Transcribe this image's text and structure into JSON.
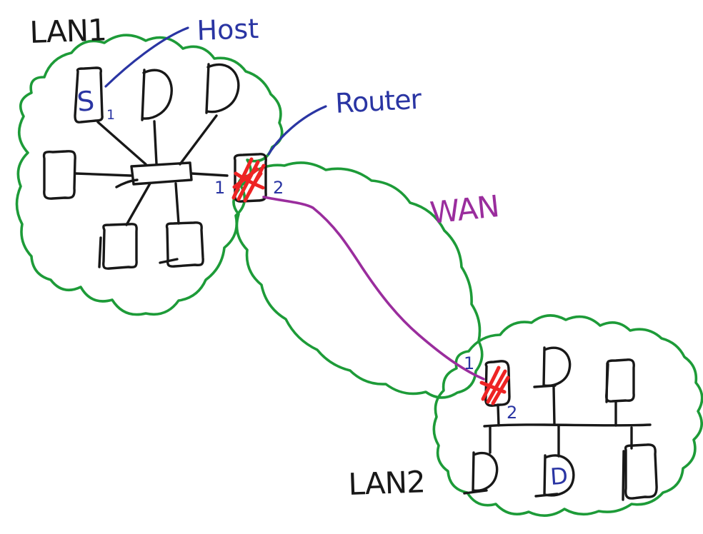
{
  "lan1": {
    "label": "LAN1",
    "host_annotation": "Host",
    "server_label": "S",
    "server_port": "1",
    "router": {
      "annotation": "Router",
      "port_left": "1",
      "port_right": "2"
    }
  },
  "wan": {
    "label": "WAN"
  },
  "lan2": {
    "label": "LAN2",
    "host_label": "D",
    "router": {
      "port_top": "1",
      "port_bottom": "2"
    }
  },
  "colors": {
    "cloud_green": "#1d9b38",
    "ink_black": "#181818",
    "pen_blue": "#2a35a3",
    "pen_purple": "#9a2d9d",
    "pen_red": "#ee2424"
  }
}
